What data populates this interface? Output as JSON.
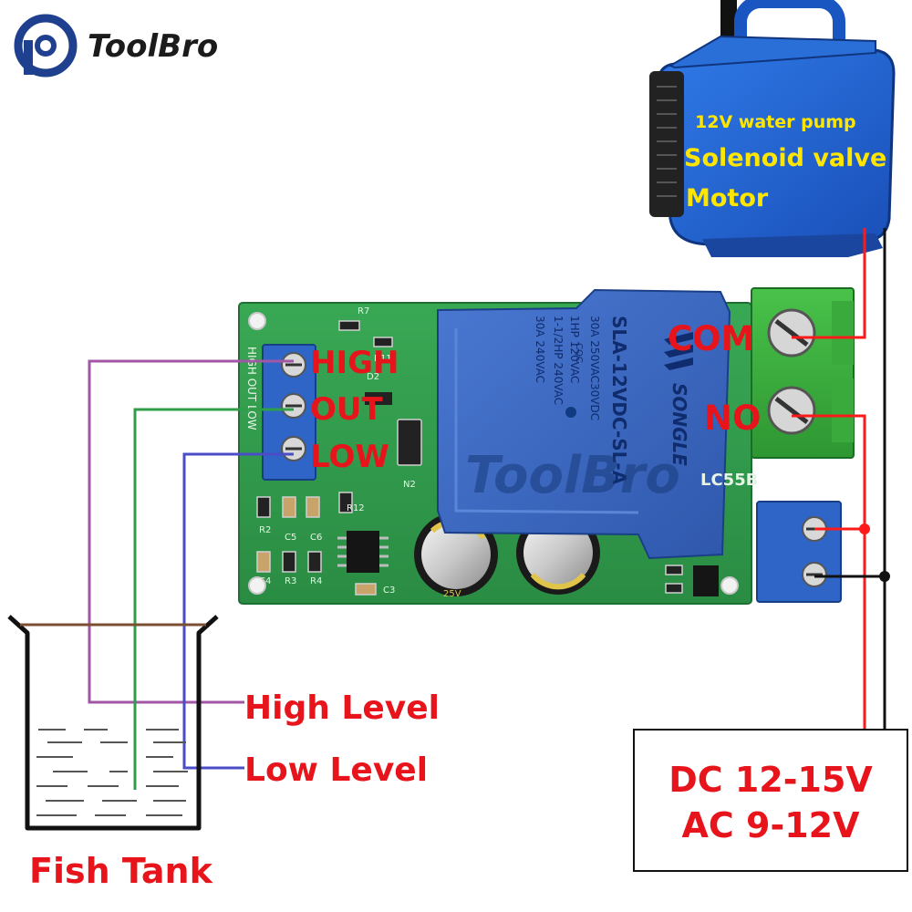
{
  "brand": {
    "name": "ToolBro",
    "logo_color": "#1f3f8f"
  },
  "pump": {
    "line1": "12V water pump",
    "line2": "Solenoid valve",
    "line3": "Motor"
  },
  "board": {
    "probe_terminals": [
      "HIGH",
      "OUT",
      "LOW"
    ],
    "silk_probe_label": "HIGH  OUT  LOW",
    "relay_model": "SLA-12VDC-SL-A",
    "relay_brand": "SONGLE",
    "relay_rating_1": "30A  250VAC30VDC",
    "relay_rating_2": "1HP 120VAC",
    "relay_rating_3": "1-1/2HP 240VAC",
    "relay_rating_4": "30A 240VAC",
    "relay_cert": "CQC",
    "board_id": "LC55B",
    "watermark": "ToolBro",
    "silk_parts": [
      "R7",
      "R11",
      "D2",
      "R12",
      "R2",
      "C5",
      "C6",
      "R4",
      "R3",
      "C4",
      "C3",
      "N2"
    ],
    "cap_label": "25V"
  },
  "relay_terminals": {
    "com": "COM",
    "no": "NO"
  },
  "tank": {
    "label": "Fish Tank",
    "high_label": "High Level",
    "low_label": "Low Level"
  },
  "power": {
    "line1": "DC 12-15V",
    "line2": "AC 9-12V"
  },
  "colors": {
    "label_red": "#e8141c",
    "wire_red": "#ff1a1a",
    "wire_purple": "#a256a6",
    "wire_green": "#2f9e48",
    "wire_blue": "#4a4cc8",
    "pcb_green": "#2f9a4a",
    "relay_blue": "#3f6cc8",
    "pump_label_yellow": "#ffe600"
  }
}
